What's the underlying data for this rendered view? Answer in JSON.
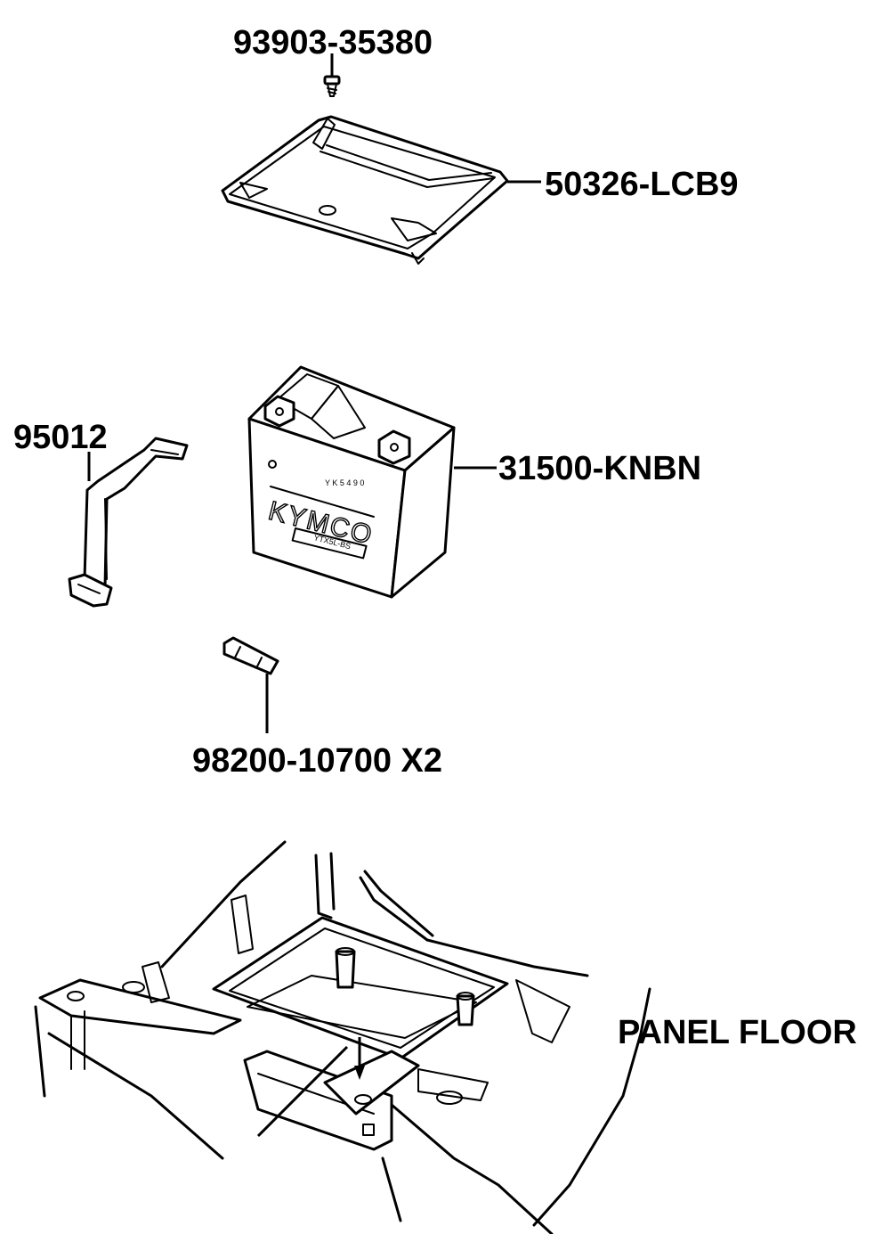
{
  "labels": {
    "screw": "93903-35380",
    "cover": "50326-LCB9",
    "band": "95012",
    "battery": "31500-KNBN",
    "fuse": "98200-10700 X2",
    "panel_floor": "PANEL FLOOR"
  },
  "battery_markings": {
    "brand": "KYMCO",
    "model": "YTX5L-BS"
  },
  "colors": {
    "line": "#000000",
    "background": "#ffffff"
  }
}
